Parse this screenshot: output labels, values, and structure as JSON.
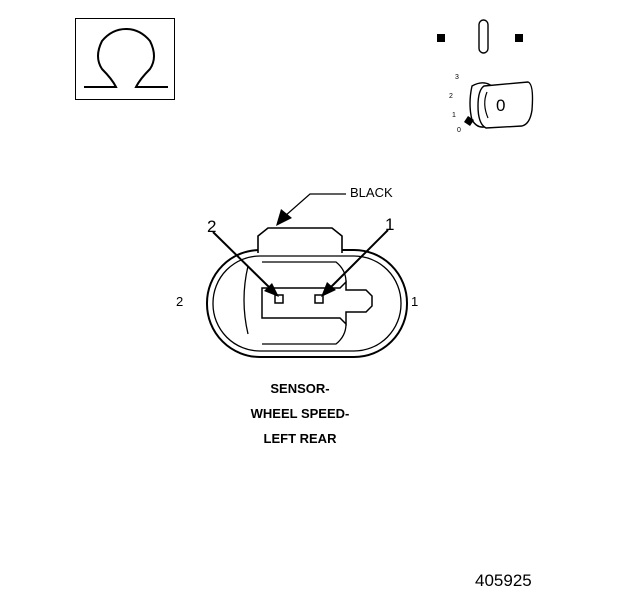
{
  "meter": {
    "icon": "ohm-symbol-icon",
    "symbol": "Ω"
  },
  "ignition": {
    "icon": "ignition-key-icon",
    "positions": [
      "3",
      "2",
      "1",
      "0"
    ],
    "key_label": "0"
  },
  "connector": {
    "icon": "connector-face-icon",
    "wire_color": "BLACK",
    "pin_callouts": [
      "2",
      "1"
    ],
    "pin_side_labels": [
      "2",
      "1"
    ]
  },
  "caption": {
    "lines": [
      "SENSOR-",
      "WHEEL SPEED-",
      "LEFT REAR"
    ]
  },
  "figure_number": "405925"
}
